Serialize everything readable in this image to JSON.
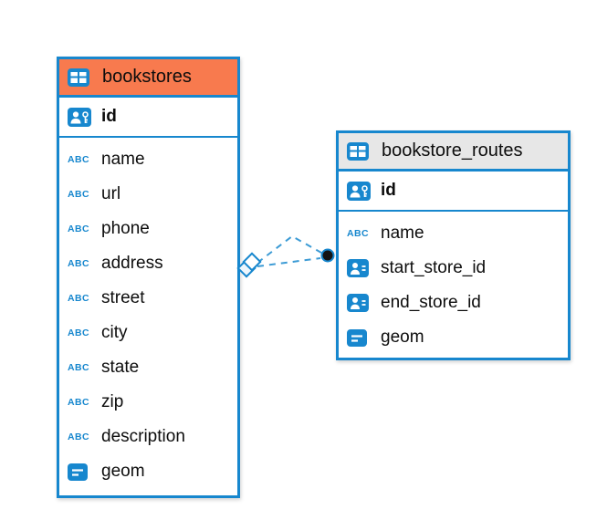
{
  "colors": {
    "accent": "#1787CE",
    "orange_header": "#F87A4E",
    "gray_header": "#E7E7E7",
    "relation_line": "#3C9BD5"
  },
  "icons": {
    "text_label": "ABC"
  },
  "tables": [
    {
      "name": "bookstores",
      "pk_label": "id",
      "pk_icon": "primary-key-icon",
      "columns": [
        {
          "label": "name",
          "icon": "text-type-icon"
        },
        {
          "label": "url",
          "icon": "text-type-icon"
        },
        {
          "label": "phone",
          "icon": "text-type-icon"
        },
        {
          "label": "address",
          "icon": "text-type-icon"
        },
        {
          "label": "street",
          "icon": "text-type-icon"
        },
        {
          "label": "city",
          "icon": "text-type-icon"
        },
        {
          "label": "state",
          "icon": "text-type-icon"
        },
        {
          "label": "zip",
          "icon": "text-type-icon"
        },
        {
          "label": "description",
          "icon": "text-type-icon"
        },
        {
          "label": "geom",
          "icon": "geometry-type-icon"
        }
      ]
    },
    {
      "name": "bookstore_routes",
      "pk_label": "id",
      "pk_icon": "primary-key-icon",
      "columns": [
        {
          "label": "name",
          "icon": "text-type-icon"
        },
        {
          "label": "start_store_id",
          "icon": "foreign-key-icon"
        },
        {
          "label": "end_store_id",
          "icon": "foreign-key-icon"
        },
        {
          "label": "geom",
          "icon": "geometry-type-icon"
        }
      ]
    }
  ],
  "relationship": {
    "from_table": "bookstores",
    "to_table": "bookstore_routes",
    "style": "dashed"
  }
}
